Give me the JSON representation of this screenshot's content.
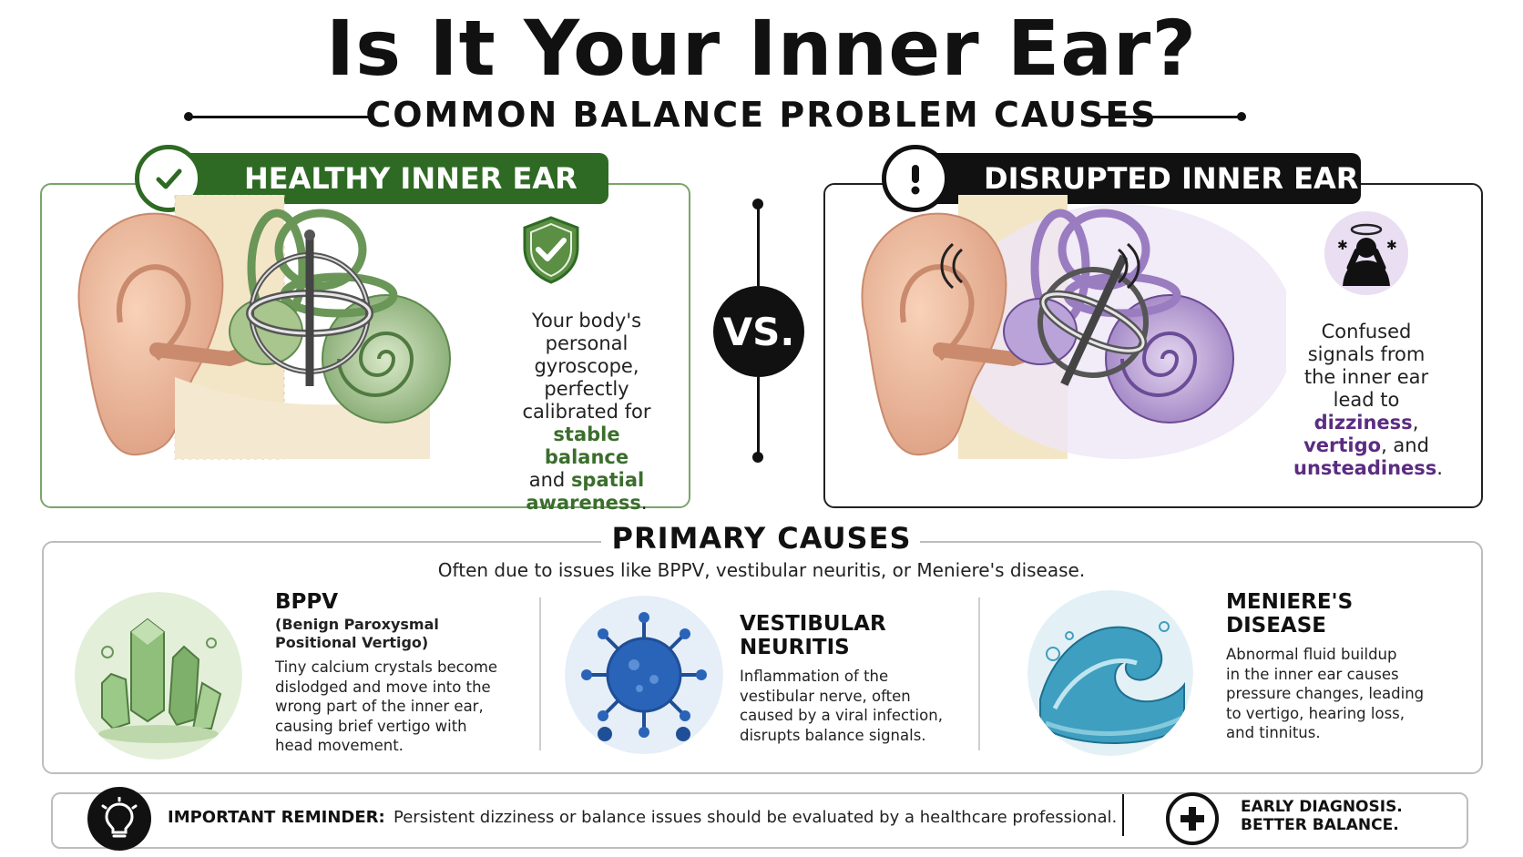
{
  "header": {
    "title": "Is It Your Inner Ear?",
    "subtitle": "COMMON BALANCE PROBLEM CAUSES"
  },
  "healthy": {
    "label": "HEALTHY INNER EAR",
    "text_lines": [
      "Your body's",
      "personal",
      "gyroscope,",
      "perfectly",
      "calibrated for"
    ],
    "highlight_1": "stable balance",
    "connector": "and",
    "highlight_2": "spatial",
    "highlight_3": "awareness",
    "end": ".",
    "accent_color": "#2e6a23"
  },
  "versus": {
    "label": "VS."
  },
  "disrupted": {
    "label": "DISRUPTED INNER EAR",
    "text_lines": [
      "Confused",
      "signals from",
      "the inner ear",
      "lead to"
    ],
    "highlight_1": "dizziness",
    "sep_1": ",",
    "highlight_2": "vertigo",
    "sep_2": ", and",
    "highlight_3": "unsteadiness",
    "end": ".",
    "accent_color": "#5b2c82"
  },
  "causes": {
    "title": "PRIMARY CAUSES",
    "subtitle": "Often due to issues like BPPV, vestibular neuritis, or Meniere's disease.",
    "items": [
      {
        "title_lines": [
          "BPPV"
        ],
        "subtitle_lines": [
          "(Benign Paroxysmal",
          "Positional Vertigo)"
        ],
        "desc_lines": [
          "Tiny calcium crystals become",
          "dislodged and move into the",
          "wrong part of the inner ear,",
          "causing brief vertigo with",
          "head movement."
        ],
        "icon": "crystal-icon"
      },
      {
        "title_lines": [
          "VESTIBULAR",
          "NEURITIS"
        ],
        "desc_lines": [
          "Inflammation of the",
          "vestibular nerve, often",
          "caused by a viral infection,",
          "disrupts balance signals."
        ],
        "icon": "virus-icon"
      },
      {
        "title_lines": [
          "MENIERE'S",
          "DISEASE"
        ],
        "desc_lines": [
          "Abnormal fluid buildup",
          "in the inner ear causes",
          "pressure changes, leading",
          "to vertigo, hearing loss,",
          "and tinnitus."
        ],
        "icon": "wave-icon"
      }
    ]
  },
  "reminder": {
    "label": "IMPORTANT REMINDER:",
    "text": "Persistent dizziness or balance issues should be evaluated by a healthcare professional.",
    "tagline_lines": [
      "EARLY DIAGNOSIS.",
      "BETTER BALANCE."
    ]
  }
}
